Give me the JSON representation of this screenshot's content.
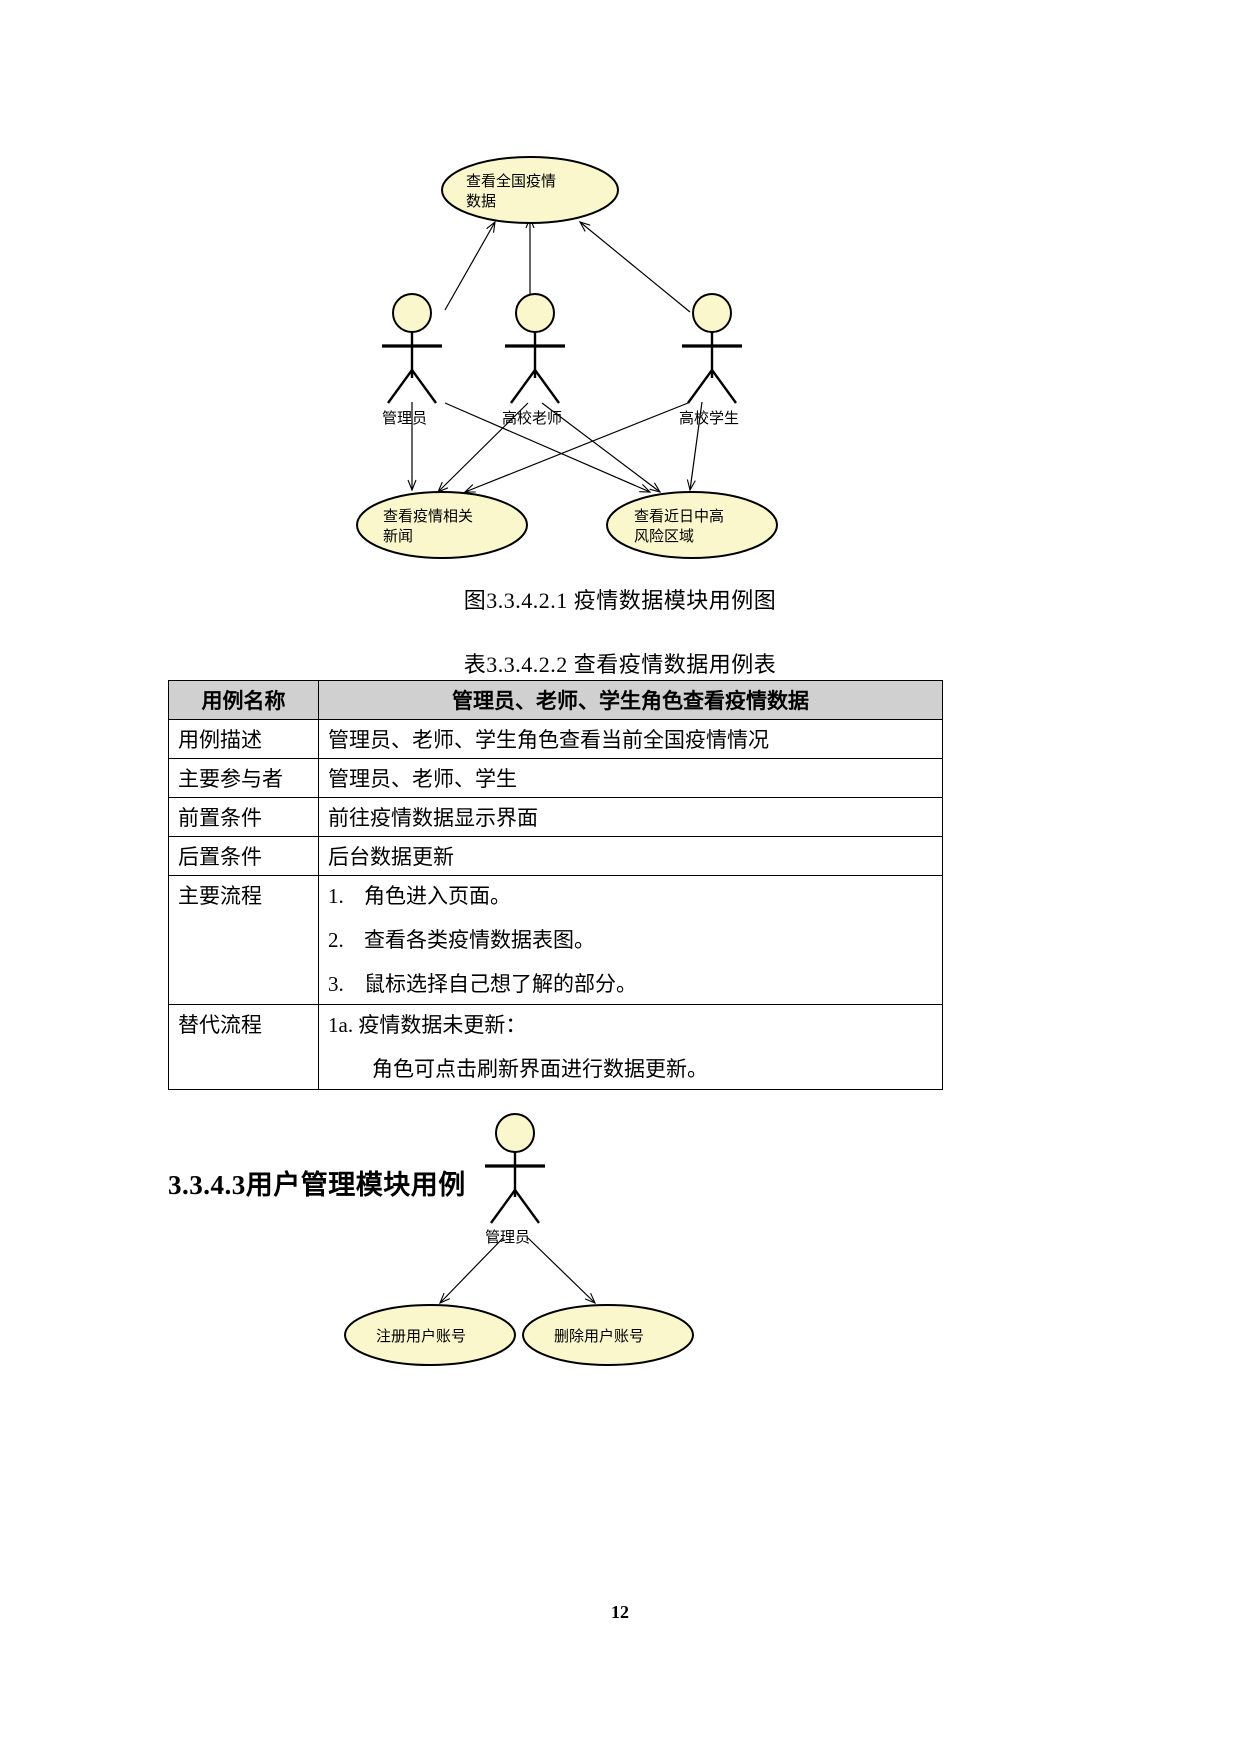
{
  "document": {
    "page_number": "12"
  },
  "figure1": {
    "caption": "图3.3.4.2.1 疫情数据模块用例图",
    "usecases": [
      {
        "id": "uc-top",
        "line1": "查看全国疫情",
        "line2": "数据"
      },
      {
        "id": "uc-news",
        "line1": "查看疫情相关",
        "line2": "新闻"
      },
      {
        "id": "uc-risk",
        "line1": "查看近日中高",
        "line2": "风险区域"
      }
    ],
    "actors": [
      {
        "id": "actor-admin",
        "label": "管理员"
      },
      {
        "id": "actor-teacher",
        "label": "高校老师"
      },
      {
        "id": "actor-student",
        "label": "高校学生"
      }
    ],
    "colors": {
      "ellipse_fill": "#FAF7CD",
      "actor_head_fill": "#FAF7CD",
      "stroke": "#000000"
    }
  },
  "table": {
    "caption": "表3.3.4.2.2 查看疫情数据用例表",
    "header": {
      "key": "用例名称",
      "value": "管理员、老师、学生角色查看疫情数据"
    },
    "rows": [
      {
        "key": "用例描述",
        "value": "管理员、老师、学生角色查看当前全国疫情情况"
      },
      {
        "key": "主要参与者",
        "value": "管理员、老师、学生"
      },
      {
        "key": "前置条件",
        "value": "前往疫情数据显示界面"
      },
      {
        "key": "后置条件",
        "value": "后台数据更新"
      }
    ],
    "main_flow": {
      "key": "主要流程",
      "steps": [
        {
          "num": "1.",
          "text": "角色进入页面。"
        },
        {
          "num": "2.",
          "text": "查看各类疫情数据表图。"
        },
        {
          "num": "3.",
          "text": "鼠标选择自己想了解的部分。"
        }
      ]
    },
    "alternate_flow": {
      "key": "替代流程",
      "lines": [
        "1a. 疫情数据未更新：",
        "角色可点击刷新界面进行数据更新。"
      ]
    }
  },
  "section": {
    "heading": "3.3.4.3用户管理模块用例"
  },
  "figure2": {
    "actor": {
      "id": "actor-admin-2",
      "label": "管理员"
    },
    "usecases": [
      {
        "id": "uc-register",
        "label": "注册用户账号"
      },
      {
        "id": "uc-delete",
        "label": "删除用户账号"
      }
    ],
    "colors": {
      "ellipse_fill": "#FAF7CD",
      "actor_head_fill": "#FAF7CD",
      "stroke": "#000000"
    }
  }
}
